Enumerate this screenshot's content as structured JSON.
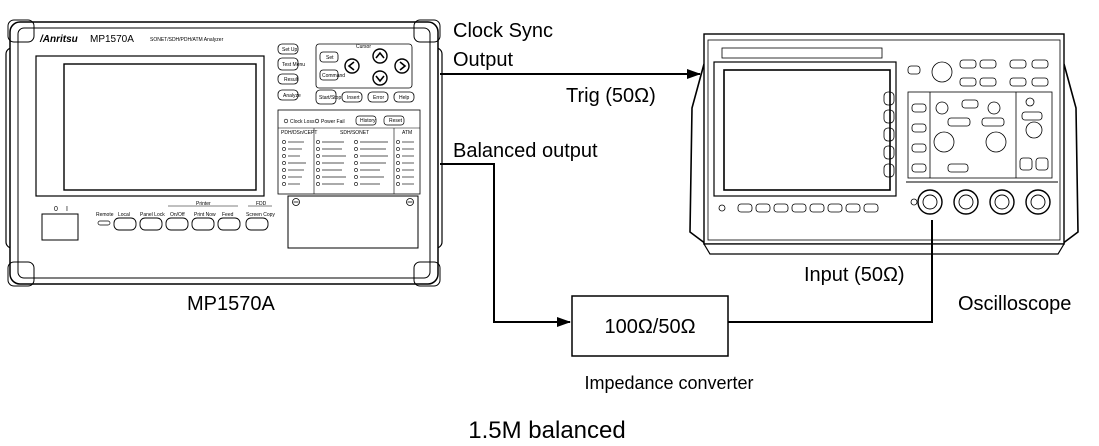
{
  "analyzer": {
    "label": "MP1570A",
    "brand": "/Anritsu",
    "model": "MP1570A",
    "subtitle": "SONET/SDH/PDH/ATM Analyzer",
    "buttons": {
      "set_up": "Set Up",
      "test_menu": "Test Menu",
      "result": "Result",
      "analyze": "Analyze",
      "cursor": "Cursor",
      "set": "Set",
      "command": "Command",
      "start_stop": "Start/Stop",
      "insert": "Insert",
      "error": "Error",
      "help": "Help",
      "history": "History",
      "reset": "Reset",
      "remote": "Remote",
      "local": "Local",
      "panel_lock": "Panel Lock",
      "on_off": "On/Off",
      "print_now": "Print Now",
      "feed": "Feed",
      "screen_copy": "Screen Copy",
      "printer": "Printer",
      "fdd": "FDD"
    },
    "status": {
      "clock_loss": "Clock Loss",
      "power_fail": "Power Fail",
      "section_pdh": "PDH/DSn/CEPT",
      "section_sdh": "SDH/SONET",
      "section_atm": "ATM"
    }
  },
  "labels": {
    "clock_sync_line1": "Clock Sync",
    "clock_sync_line2": "Output",
    "trig": "Trig (50Ω)",
    "balanced_output": "Balanced output",
    "input": "Input (50Ω)",
    "oscilloscope": "Oscilloscope",
    "mp1570a": "MP1570A",
    "impedance_value": "100Ω/50Ω",
    "impedance_converter": "Impedance converter",
    "caption": "1.5M balanced"
  }
}
